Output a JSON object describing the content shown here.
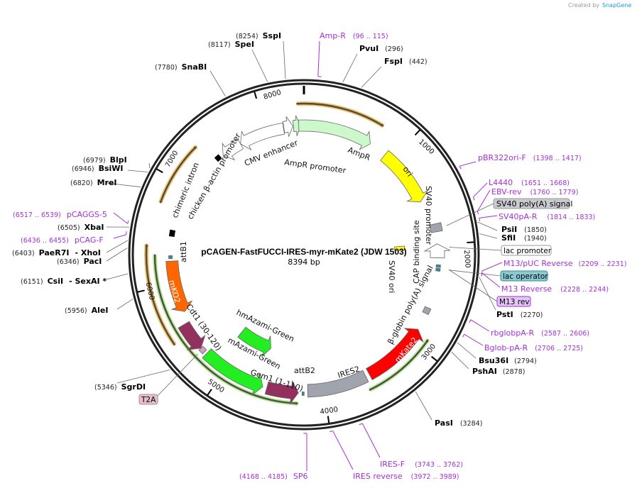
{
  "credit": {
    "prefix": "Created by",
    "brand": "SnapGene"
  },
  "plasmid": {
    "name": "pCAGEN-FastFUCCI-IRES-myr-mKate2 (JDW 1503)",
    "length_label": "8394 bp",
    "length": 8394
  },
  "ticks": [
    "1000",
    "2000",
    "3000",
    "4000",
    "5000",
    "6000",
    "7000",
    "8000"
  ],
  "features": [
    {
      "label": "AmpR promoter",
      "start": 8285,
      "end": 8360,
      "direction": "forward",
      "color": "#ccf8cc"
    },
    {
      "label": "AmpR",
      "start": 8340,
      "end": 720,
      "direction": "forward",
      "color": "#ccf8cc"
    },
    {
      "label": "",
      "start": 8185,
      "end": 8280,
      "direction": "forward",
      "color": "#ffffff"
    },
    {
      "label": "CMV enhancer",
      "start": 7700,
      "end": 8180,
      "direction": "reverse",
      "color": "#ffffff"
    },
    {
      "label": "chicken β-actin promoter",
      "start": 7480,
      "end": 7700,
      "direction": "reverse",
      "color": "#ffffff"
    },
    {
      "label": "chimeric intron",
      "start": 7400,
      "end": 7450,
      "direction": "none",
      "color": "#000000"
    },
    {
      "label": "ori",
      "start": 910,
      "end": 1530,
      "direction": "forward",
      "color": "#ffff00"
    },
    {
      "label": "SV40 poly(A) signal",
      "start": 1790,
      "end": 1870,
      "direction": "none",
      "color": "#a0a4ac"
    },
    {
      "label": "SV40 promoter",
      "start": 1990,
      "end": 2130,
      "direction": "reverse",
      "color": "#ffffff"
    },
    {
      "label": "SV40 ori",
      "start": 1985,
      "end": 2040,
      "direction": "none",
      "color": "#ffff00"
    },
    {
      "label": "CAP binding site",
      "start": 2200,
      "end": 2225,
      "direction": "none",
      "color": "#2f8fa0"
    },
    {
      "label": "lac operator",
      "start": 2235,
      "end": 2262,
      "direction": "none",
      "color": "#2f8fa0"
    },
    {
      "label": "β-globin poly(A) signal",
      "start": 2640,
      "end": 2700,
      "direction": "none",
      "color": "#a0a4ac"
    },
    {
      "label": "mKate2",
      "start": 2873,
      "end": 3530,
      "direction": "reverse",
      "color": "#ff0000"
    },
    {
      "label": "IRES2",
      "start": 3570,
      "end": 4160,
      "direction": "none",
      "color": "#a0a4ac"
    },
    {
      "label": "attB2",
      "start": 4195,
      "end": 4215,
      "direction": "none",
      "color": "#2f8fa0"
    },
    {
      "label": "Gem1 (1-110)",
      "start": 4250,
      "end": 4560,
      "direction": "reverse",
      "color": "#933060"
    },
    {
      "label": "mAzami-Green",
      "start": 4600,
      "end": 5235,
      "direction": "reverse",
      "color": "#22ee22"
    },
    {
      "label": "T2A",
      "start": 5260,
      "end": 5310,
      "direction": "none",
      "color": "#d4a0b8"
    },
    {
      "label": "Cdt1 (30-120)",
      "start": 5310,
      "end": 5590,
      "direction": "reverse",
      "color": "#933060"
    },
    {
      "label": "mKO2",
      "start": 5700,
      "end": 6230,
      "direction": "reverse",
      "color": "#ff6600"
    },
    {
      "label": "attB1",
      "start": 6255,
      "end": 6285,
      "direction": "none",
      "color": "#2f8fa0"
    },
    {
      "label": "",
      "start": 6480,
      "end": 6540,
      "direction": "none",
      "color": "#000000"
    },
    {
      "label": "hmAzami-Green",
      "start": 4650,
      "end": 5100,
      "direction": "reverse",
      "color": "#22ee22"
    }
  ],
  "orfs": [
    {
      "start": 8330,
      "end": 740,
      "direction": "forward",
      "color": "#f5c060"
    },
    {
      "start": 6760,
      "end": 7350,
      "direction": "forward",
      "color": "#f5c060"
    },
    {
      "start": 5480,
      "end": 6385,
      "direction": "forward",
      "color": "#f5c060"
    },
    {
      "start": 4250,
      "end": 6295,
      "direction": "reverse",
      "color": "#b8ec90"
    },
    {
      "start": 2900,
      "end": 3595,
      "direction": "reverse",
      "color": "#b8ec90"
    }
  ],
  "sites": [
    {
      "name": "SspI",
      "position": "(8254)",
      "bp": 8254
    },
    {
      "name": "SpeI",
      "position": "(8117)",
      "bp": 8117
    },
    {
      "name": "SnaBI",
      "position": "(7780)",
      "bp": 7780
    },
    {
      "name": "PvuI",
      "position": "(296)",
      "bp": 296
    },
    {
      "name": "FspI",
      "position": "(442)",
      "bp": 442
    },
    {
      "name": "PsiI",
      "position": "(1850)",
      "bp": 1850
    },
    {
      "name": "SfiI",
      "position": "(1940)",
      "bp": 1940
    },
    {
      "name": "PstI",
      "position": "(2270)",
      "bp": 2270
    },
    {
      "name": "Bsu36I",
      "position": "(2794)",
      "bp": 2794
    },
    {
      "name": "PshAI",
      "position": "(2878)",
      "bp": 2878
    },
    {
      "name": "PasI",
      "position": "(3284)",
      "bp": 3284
    },
    {
      "name": "SgrDI",
      "position": "(5346)",
      "bp": 5346
    },
    {
      "name": "AleI",
      "position": "(5956)",
      "bp": 5956
    },
    {
      "name": "CsiI",
      "extra": "- SexAI *",
      "position": "(6151)",
      "bp": 6151
    },
    {
      "name": "PacI",
      "position": "(6346)",
      "bp": 6346
    },
    {
      "name": "PaeR7I",
      "extra": "- XhoI",
      "position": "(6403)",
      "bp": 6403
    },
    {
      "name": "XbaI",
      "position": "(6505)",
      "bp": 6505
    },
    {
      "name": "MreI",
      "position": "(6820)",
      "bp": 6820
    },
    {
      "name": "BsiWI",
      "position": "(6946)",
      "bp": 6946
    },
    {
      "name": "BlpI",
      "position": "(6979)",
      "bp": 6979
    }
  ],
  "primers": [
    {
      "name": "Amp-R",
      "range": "(96 .. 115)",
      "bp": 105
    },
    {
      "name": "pBR322ori-F",
      "range": "(1398 .. 1417)",
      "bp": 1407
    },
    {
      "name": "L4440",
      "range": "(1651 .. 1668)",
      "bp": 1660
    },
    {
      "name": "EBV-rev",
      "range": "(1760 .. 1779)",
      "bp": 1770
    },
    {
      "name": "SV40pA-R",
      "range": "(1814 .. 1833)",
      "bp": 1823
    },
    {
      "name": "M13/pUC Reverse",
      "range": "(2209 .. 2231)",
      "bp": 2220
    },
    {
      "name": "M13 Reverse",
      "range": "(2228 .. 2244)",
      "bp": 2236
    },
    {
      "name": "rbglobpA-R",
      "range": "(2587 .. 2606)",
      "bp": 2596
    },
    {
      "name": "Bglob-pA-R",
      "range": "(2706 .. 2725)",
      "bp": 2715
    },
    {
      "name": "IRES-F",
      "range": "(3743 .. 3762)",
      "bp": 3752
    },
    {
      "name": "IRES reverse",
      "range": "(3972 .. 3989)",
      "bp": 3980
    },
    {
      "name": "SP6",
      "range": "(4168 .. 4185)",
      "bp": 4176
    },
    {
      "name": "pCAG-F",
      "range": "(6436 .. 6455)",
      "bp": 6445
    },
    {
      "name": "pCAGGS-5",
      "range": "(6517 .. 6539)",
      "bp": 6528
    }
  ],
  "callouts": [
    {
      "label": "SV40 poly(A) signal",
      "fill": "#c8cacd",
      "stroke": "#999"
    },
    {
      "label": "lac promoter",
      "fill": "#ffffff",
      "stroke": "#999"
    },
    {
      "label": "lac operator",
      "fill": "#8cc8d0",
      "stroke": "#2f8fa0"
    },
    {
      "label": "M13 rev",
      "fill": "#e3c6f5",
      "stroke": "#a52fd8"
    },
    {
      "label": "T2A",
      "fill": "#e2bfcd",
      "stroke": "#b88"
    }
  ]
}
